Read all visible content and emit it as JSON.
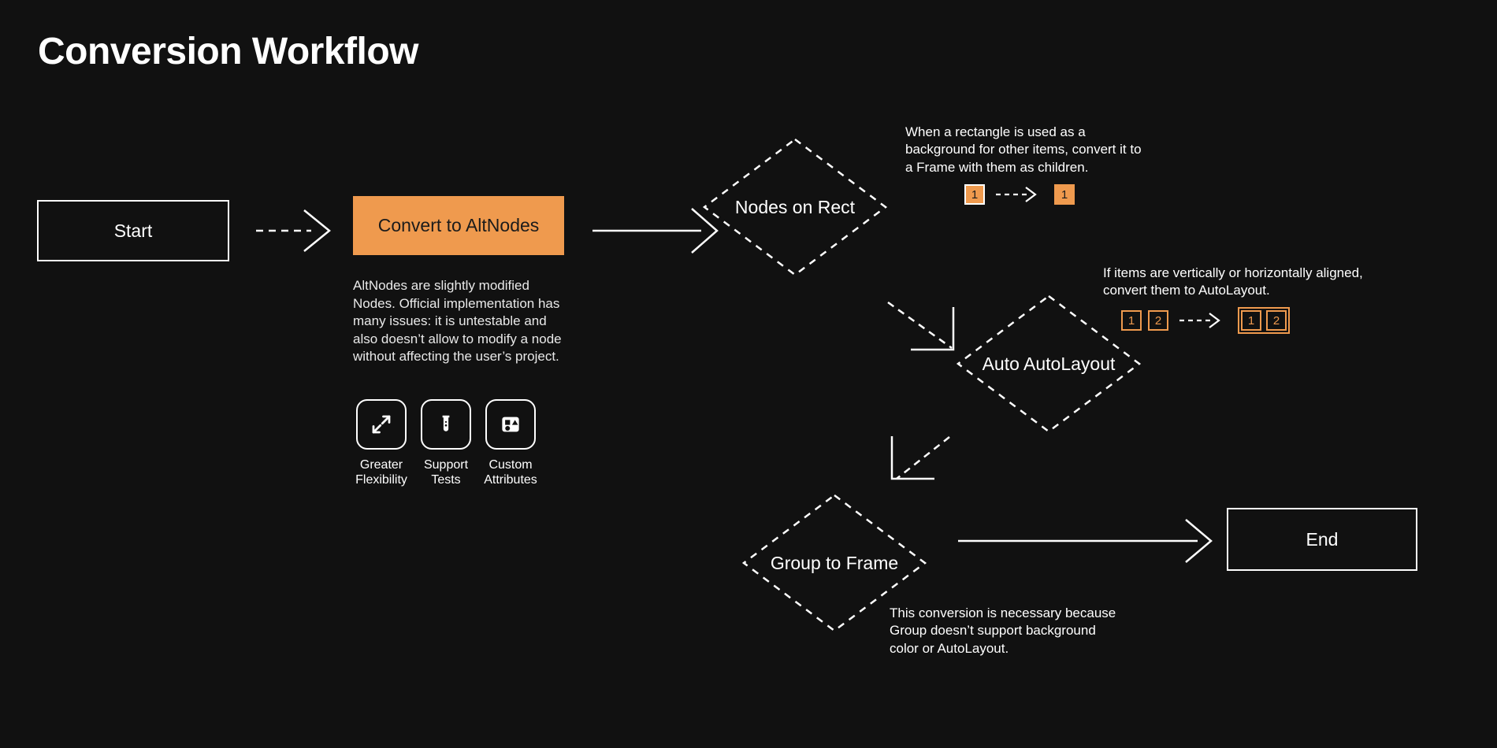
{
  "page": {
    "title": "Conversion Workflow",
    "background_color": "#111111",
    "accent_color": "#ef9a4e",
    "text_color": "#ffffff"
  },
  "nodes": {
    "start": {
      "label": "Start"
    },
    "convert": {
      "label": "Convert to AltNodes"
    },
    "nodes_on_rect": {
      "label": "Nodes on Rect"
    },
    "auto_autolayout": {
      "label": "Auto AutoLayout"
    },
    "group_to_frame": {
      "label": "Group to Frame"
    },
    "end": {
      "label": "End"
    }
  },
  "altnodes": {
    "description": "AltNodes are slightly modified Nodes. Official implementation has many issues: it is untestable and also doesn’t allow to modify a node without affecting the user’s project.",
    "features": [
      {
        "icon": "expand-arrows-icon",
        "label": "Greater Flexibility"
      },
      {
        "icon": "test-tube-icon",
        "label": "Support Tests"
      },
      {
        "icon": "shapes-attributes-icon",
        "label": "Custom Attributes"
      }
    ]
  },
  "annotations": {
    "nodes_on_rect": {
      "text": "When a rectangle is used as a background for other items, convert it to a Frame with them as children.",
      "before": [
        "1"
      ],
      "after": [
        "1"
      ]
    },
    "auto_autolayout": {
      "text": "If items are vertically or horizontally aligned, convert them to AutoLayout.",
      "before": [
        "1",
        "2"
      ],
      "after": [
        "1",
        "2"
      ]
    },
    "group_to_frame": {
      "text": "This conversion is necessary because Group doesn’t support background color or AutoLayout."
    }
  },
  "edges": [
    {
      "from": "start",
      "to": "convert",
      "style": "dashed"
    },
    {
      "from": "convert",
      "to": "nodes_on_rect",
      "style": "solid"
    },
    {
      "from": "nodes_on_rect",
      "to": "auto_autolayout",
      "style": "dashed"
    },
    {
      "from": "auto_autolayout",
      "to": "group_to_frame",
      "style": "dashed"
    },
    {
      "from": "group_to_frame",
      "to": "end",
      "style": "solid"
    }
  ]
}
